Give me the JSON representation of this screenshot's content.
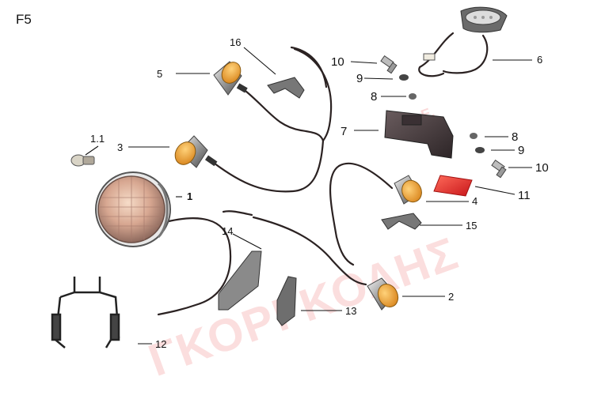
{
  "figure_code": "F5",
  "watermark": {
    "text": "ΓΚΟΡΓΚΟΛΗΣ",
    "suffix": "Α.Ε."
  },
  "callouts": {
    "c1": "1",
    "c1_1": "1.1",
    "c2": "2",
    "c3": "3",
    "c4": "4",
    "c5": "5",
    "c6": "6",
    "c7": "7",
    "c8a": "8",
    "c8b": "8",
    "c9a": "9",
    "c9b": "9",
    "c10a": "10",
    "c10b": "10",
    "c11": "11",
    "c12": "12",
    "c13": "13",
    "c14": "14",
    "c15": "15",
    "c16": "16"
  },
  "colors": {
    "amber_lens": "#e8a030",
    "chrome": "#c9c9c9",
    "wire": "#2b2222",
    "reflector": "#e02a2a",
    "bracket": "#555555"
  }
}
